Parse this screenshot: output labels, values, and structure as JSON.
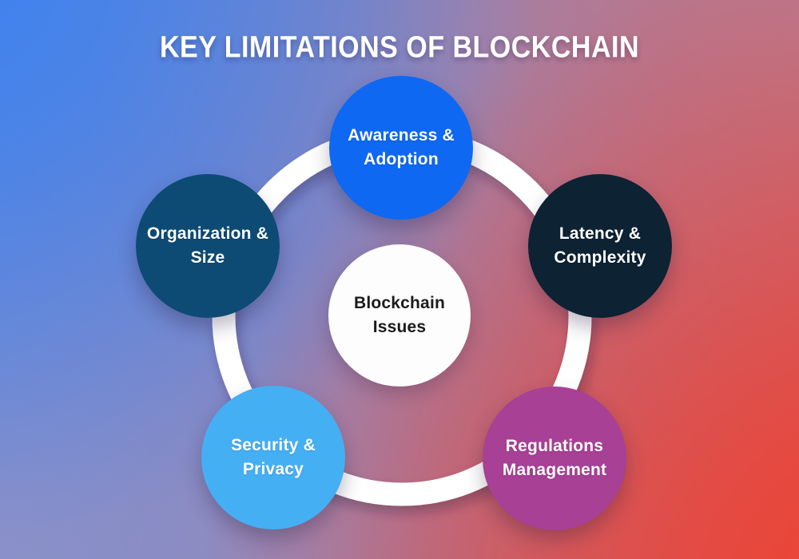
{
  "title": "KEY LIMITATIONS OF BLOCKCHAIN",
  "diagram": {
    "ring_color": "#FFFFFF",
    "center_node": {
      "line1": "Blockchain",
      "line2": "Issues",
      "color": "#FDFDFD",
      "text_color": "#1B1B1B"
    },
    "nodes": {
      "awareness": {
        "line1": "Awareness &",
        "line2": "Adoption",
        "color": "#0E68F2",
        "text_color": "#FFFFFF"
      },
      "latency": {
        "line1": "Latency &",
        "line2": "Complexity",
        "color": "#0D2233",
        "text_color": "#FFFFFF"
      },
      "regulations": {
        "line1": "Regulations",
        "line2": "Management",
        "color": "#A84095",
        "text_color": "#FFFFFF"
      },
      "security": {
        "line1": "Security &",
        "line2": "Privacy",
        "color": "#45AFF4",
        "text_color": "#FFFFFF"
      },
      "organization": {
        "line1": "Organization &",
        "line2": "Size",
        "color": "#0D4B75",
        "text_color": "#FFFFFF"
      }
    }
  },
  "background": {
    "top_left": "#4583EA",
    "top_right": "#B57B90",
    "bottom_left": "#8E92C8",
    "bottom_right": "#E8463C"
  }
}
